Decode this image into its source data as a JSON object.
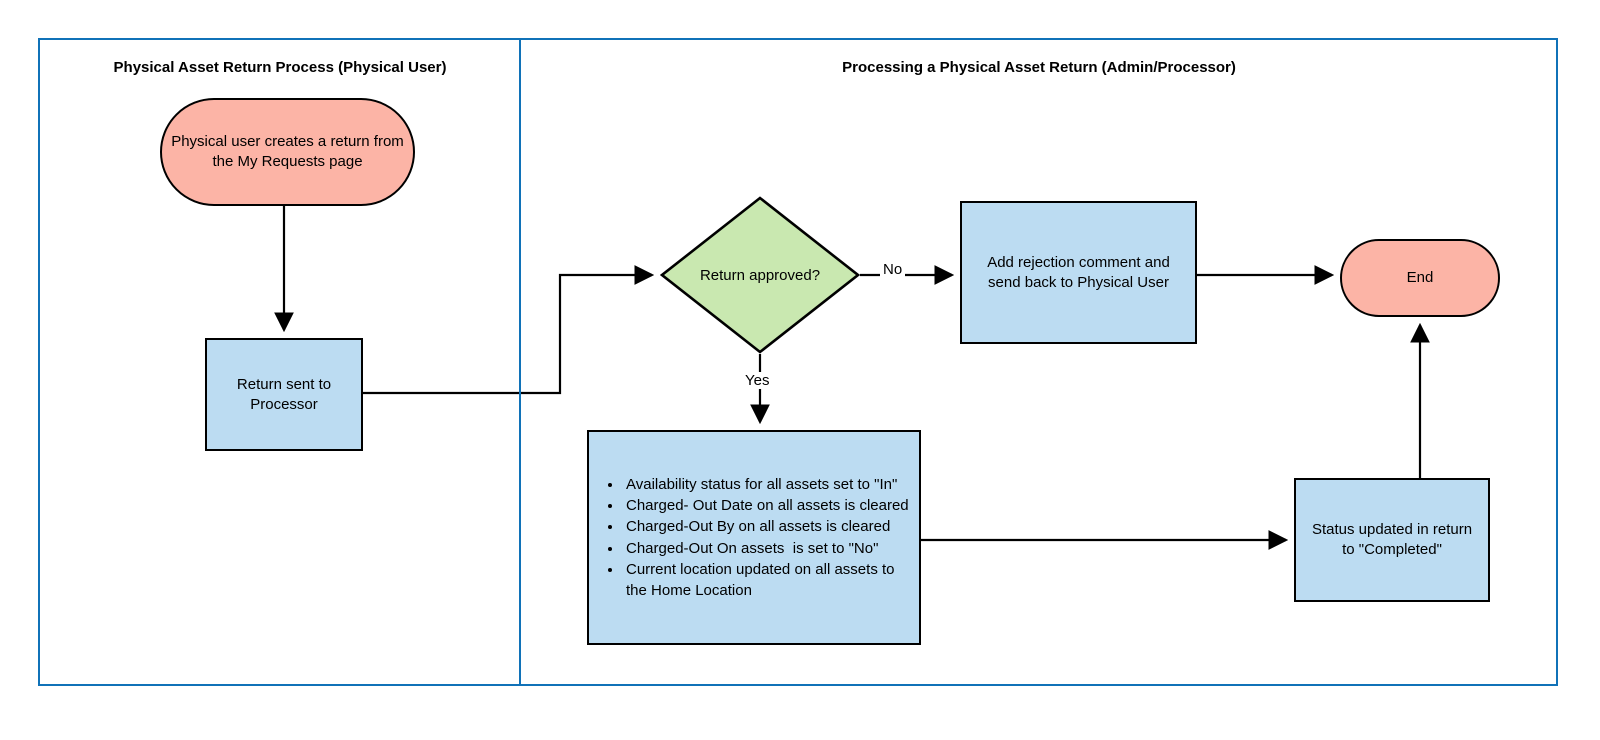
{
  "diagram": {
    "title": "Physical Asset Return Process",
    "type": "flowchart",
    "colors": {
      "frame_border": "#1072b8",
      "terminator_fill": "#fcb4a6",
      "process_fill": "#bcdcf2",
      "decision_fill": "#c9e8b0",
      "stroke": "#000000"
    }
  },
  "lanes": [
    {
      "id": "lane-left",
      "title": "Physical Asset Return Process (Physical User)"
    },
    {
      "id": "lane-right",
      "title": "Processing a Physical Asset Return (Admin/Processor)"
    }
  ],
  "nodes": {
    "start": {
      "shape": "terminator",
      "label": "Physical user creates a return from the My Requests page"
    },
    "return_sent": {
      "shape": "process",
      "label": "Return sent to Processor"
    },
    "decision": {
      "shape": "decision",
      "label": "Return approved?"
    },
    "reject": {
      "shape": "process",
      "label": "Add rejection comment and send back to Physical User"
    },
    "end": {
      "shape": "terminator",
      "label": "End"
    },
    "status": {
      "shape": "process",
      "label": "Status updated in return to \"Completed\""
    },
    "bullets": {
      "shape": "process",
      "items": [
        "Availability status for all assets set to \"In\"",
        "Charged- Out Date on all assets is cleared",
        "Charged-Out By on all assets is cleared",
        "Charged-Out On assets  is set to \"No\"",
        "Current location updated on all assets to the Home Location"
      ]
    }
  },
  "edges": {
    "no_label": "No",
    "yes_label": "Yes"
  }
}
